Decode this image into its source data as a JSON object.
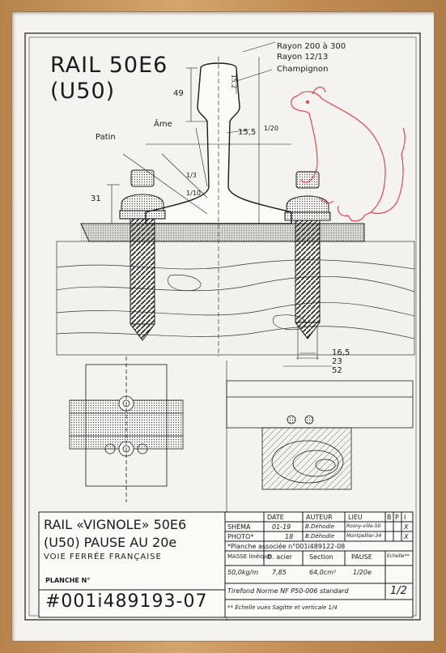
{
  "drawing": {
    "title_line1": "RAIL 50E6",
    "title_line2": "(U50)",
    "labels": {
      "rayon1": "Rayon 200 à 300",
      "rayon2": "Rayon 12/13",
      "champignon": "Champignon",
      "ame": "Âme",
      "patin": "Patin"
    },
    "dims": {
      "d49": "49",
      "d152": "15,2",
      "d155": "15,5",
      "d120": "1/20",
      "d13": "1/3",
      "d110": "1/10",
      "d31": "31",
      "d165": "16,5",
      "d23": "23",
      "d52": "52"
    }
  },
  "cartouche": {
    "main_title_1": "RAIL «VIGNOLE» 50E6",
    "main_title_2": "(U50) PAUSE AU 20e",
    "subtitle": "VOIE FERRÉE FRANÇAISE",
    "planche_label": "PLANCHE N°",
    "planche_number": "#001i489193-07",
    "headers": [
      "DATE",
      "AUTEUR",
      "LIEU",
      "B",
      "P",
      "I"
    ],
    "rows": [
      {
        "label": "SHÉMA",
        "date": "01-19",
        "auteur": "B.Déhodie",
        "lieu": "Rosny-ville-50",
        "mark": "X"
      },
      {
        "label": "PHOTO*",
        "date": "18",
        "auteur": "B.Déhodie",
        "lieu": "Montpellier-34",
        "mark": "X"
      }
    ],
    "planche_associee": "*Planche associée n°001i489122-08",
    "masse_label": "MASSE linéique",
    "acier_label": "D. acier",
    "section_label": "Section",
    "pause_label": "PAUSE",
    "echelle_label": "Echelle**",
    "masse_value": "50,0kg/m",
    "acier_value": "7,85",
    "section_value": "64,0cm²",
    "pause_value": "1/20e",
    "norme": "Tirefond Norme NF P50-006 standard",
    "scale": "1/2",
    "footnote": "** Échelle vues Sagitte et verticale 1/4"
  },
  "colors": {
    "ink": "#1b1b1b",
    "mouse": "#e8434f",
    "paper": "#f5f3ef",
    "frame": "#c08b53"
  }
}
